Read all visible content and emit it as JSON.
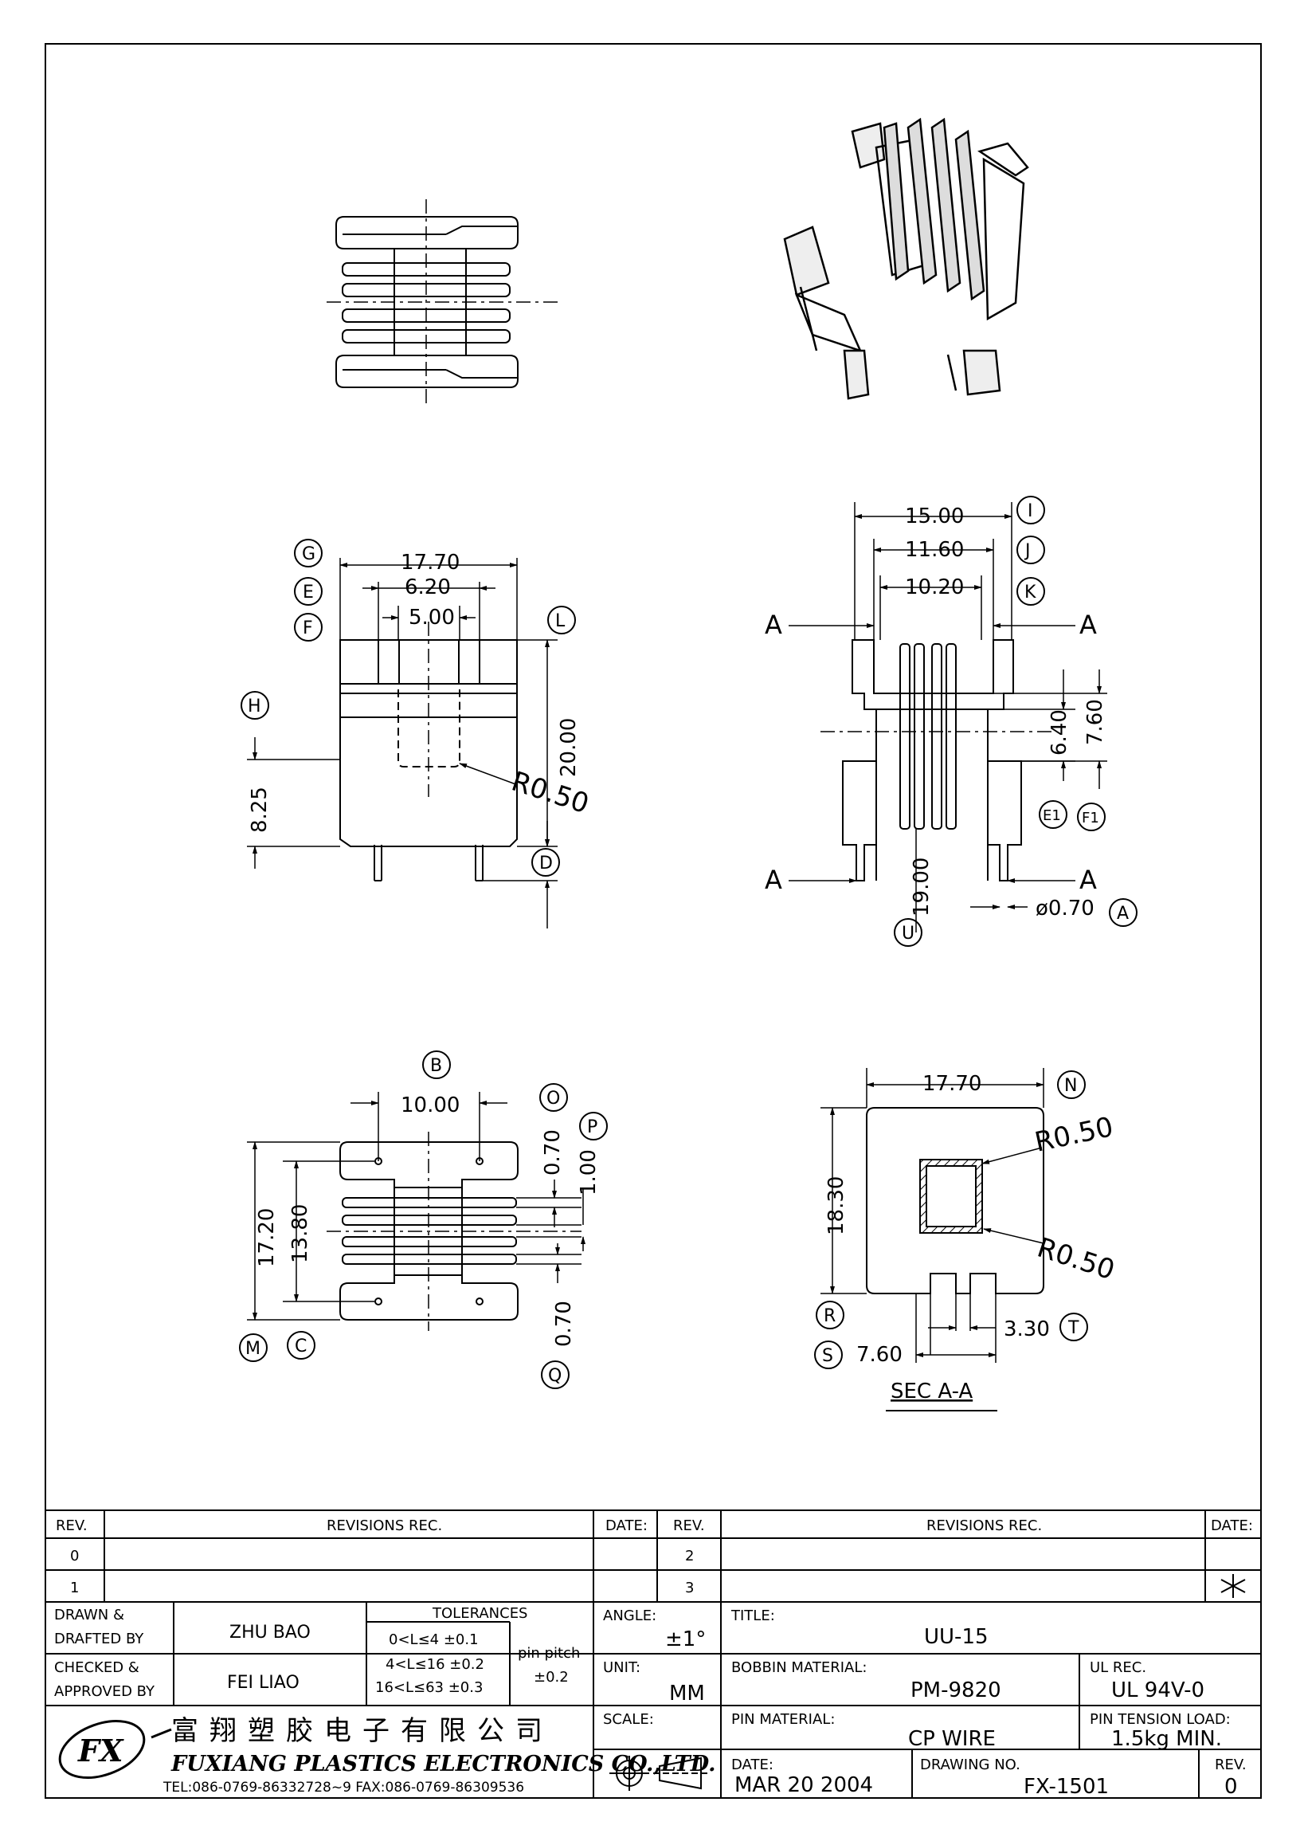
{
  "views": {
    "front": {
      "dims": {
        "width": "17.70",
        "slot_outer": "6.20",
        "slot_inner": "5.00",
        "height": "20.00",
        "base": "8.25",
        "radius": "R0.50"
      },
      "markers": {
        "g": "G",
        "e": "E",
        "f": "F",
        "l": "L",
        "h": "H",
        "d": "D"
      }
    },
    "side": {
      "dims": {
        "d15": "15.00",
        "d11": "11.60",
        "d10": "10.20",
        "d640": "6.40",
        "d760": "7.60",
        "d19": "19.00",
        "pin": "ø0.70"
      },
      "markers": {
        "i": "I",
        "j": "J",
        "k": "K",
        "e1": "E1",
        "f1": "F1",
        "u": "U",
        "a": "A"
      },
      "section_letter": "A"
    },
    "bottom": {
      "dims": {
        "pitch": "10.00",
        "d070a": "0.70",
        "d100": "1.00",
        "d1720": "17.20",
        "d1380": "13.80",
        "d070b": "0.70"
      },
      "markers": {
        "b": "B",
        "o": "O",
        "p": "P",
        "q": "Q",
        "m": "M",
        "c": "C"
      }
    },
    "section": {
      "dims": {
        "width": "17.70",
        "height": "18.30",
        "r1": "R0.50",
        "r2": "R0.50",
        "d330": "3.30",
        "d760": "7.60"
      },
      "markers": {
        "n": "N",
        "r": "R",
        "s": "S",
        "t": "T"
      },
      "caption": "SEC A-A"
    }
  },
  "title_block": {
    "rev_header": "REV.",
    "revisions_header": "REVISIONS   REC.",
    "date_header": "DATE:",
    "rev_rows_left": [
      "0",
      "1"
    ],
    "rev_rows_right": [
      "2",
      "3"
    ],
    "drawn_label_1": "DRAWN  &",
    "drawn_label_2": "DRAFTED BY",
    "drawn_by": "ZHU BAO",
    "checked_label_1": "CHECKED  &",
    "checked_label_2": "APPROVED BY",
    "checked_by": "FEI LIAO",
    "tolerances_label": "TOLERANCES",
    "tol_1": "0<L≤4    ±0.1",
    "tol_2": "4<L≤16  ±0.2",
    "tol_3": "16<L≤63  ±0.3",
    "pin_pitch_label": "pin  pitch",
    "pin_pitch_tol": "±0.2",
    "angle_label": "ANGLE:",
    "angle_value": "±1°",
    "unit_label": "UNIT:",
    "unit_value": "MM",
    "scale_label": "SCALE:",
    "title_label": "TITLE:",
    "title_value": "UU-15",
    "bobbin_label": "BOBBIN MATERIAL:",
    "bobbin_value": "PM-9820",
    "ul_label": "UL REC.",
    "ul_value": "UL 94V-0",
    "pin_material_label": "PIN MATERIAL:",
    "pin_material_value": "CP WIRE",
    "pin_tension_label": "PIN TENSION LOAD:",
    "pin_tension_value": "1.5kg MIN.",
    "date_label": "DATE:",
    "date_value": "MAR 20 2004",
    "drawing_no_label": "DRAWING NO.",
    "drawing_no_value": "FX-1501",
    "rev_label": "REV.",
    "rev_value": "0",
    "company_cn": "富翔塑胶电子有限公司",
    "company_en": "FUXIANG PLASTICS ELECTRONICS CO.,LTD.",
    "contact": "TEL:086-0769-86332728~9   FAX:086-0769-86309536",
    "logo_text": "FX"
  }
}
